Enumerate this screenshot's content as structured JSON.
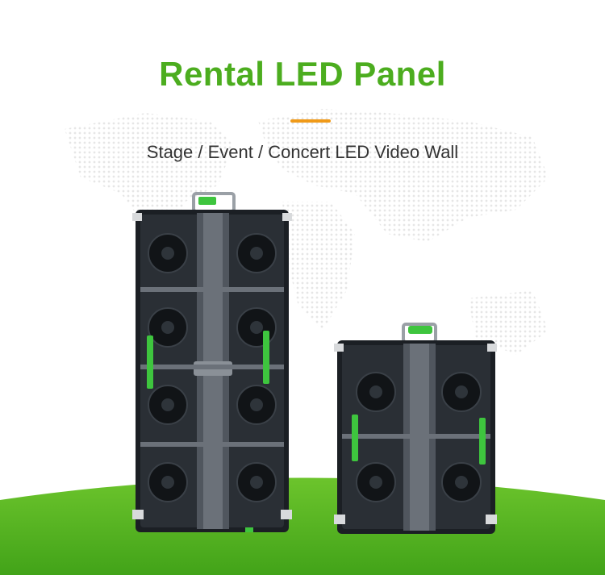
{
  "header": {
    "title": "Rental LED Panel",
    "subtitle": "Stage / Event / Concert LED Video Wall"
  },
  "colors": {
    "brand_green": "#4cad1f",
    "accent_orange": "#f09a18",
    "handle_green": "#3ec53e",
    "panel_dark": "#1b1f24"
  },
  "images": {
    "background_map": "world-map-dots",
    "products": [
      "led-panel-tall",
      "led-panel-square"
    ]
  }
}
